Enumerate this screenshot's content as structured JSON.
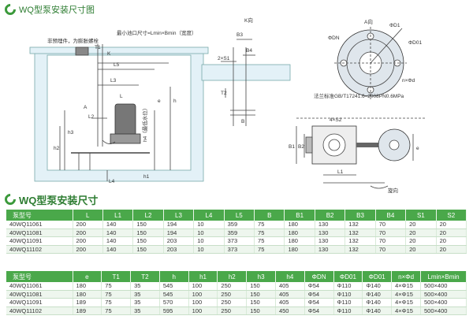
{
  "section1_title": "WQ型泵安装尺寸图",
  "section2_title": "WQ型泵安装尺寸",
  "drawing_labels": {
    "nonpreembed": "非预埋件，为膨胀螺栓",
    "min_outlet": "最小池口尺寸=Lmin×Bmin（宽度）",
    "T1": "T1",
    "K": "K",
    "L5": "L5",
    "L3": "L3",
    "L": "L",
    "A": "A",
    "L2": "L2",
    "h2": "h2",
    "h3": "h3",
    "h4": "h4（最低水位）",
    "h1": "h1",
    "L4": "L4",
    "e": "e",
    "h": "h",
    "K_dir": "K向",
    "B3": "B3",
    "B4": "B4",
    "S1": "2×S1",
    "T2": "T2",
    "B": "B",
    "A_dir": "A向",
    "DN": "ΦDN",
    "D1": "ΦD1",
    "D01": "ΦD01",
    "nd": "n×Φd",
    "flange_std": "法兰标准GB/T17241.6–2008PN0.6MPa",
    "S2": "4×S2",
    "B1": "B1",
    "B2": "B2",
    "L1": "L1",
    "e2": "e",
    "rotation": "旋向"
  },
  "table1": {
    "headers": [
      "泵型号",
      "L",
      "L1",
      "L2",
      "L3",
      "L4",
      "L5",
      "B",
      "B1",
      "B2",
      "B3",
      "B4",
      "S1",
      "S2"
    ],
    "rows": [
      [
        "40WQ11061",
        "200",
        "140",
        "150",
        "194",
        "10",
        "359",
        "75",
        "180",
        "130",
        "132",
        "70",
        "20",
        "20"
      ],
      [
        "40WQ11081",
        "200",
        "140",
        "150",
        "194",
        "10",
        "359",
        "75",
        "180",
        "130",
        "132",
        "70",
        "20",
        "20"
      ],
      [
        "40WQ11091",
        "200",
        "140",
        "150",
        "203",
        "10",
        "373",
        "75",
        "180",
        "130",
        "132",
        "70",
        "20",
        "20"
      ],
      [
        "40WQ11102",
        "200",
        "140",
        "150",
        "203",
        "10",
        "373",
        "75",
        "180",
        "130",
        "132",
        "70",
        "20",
        "20"
      ]
    ]
  },
  "table2": {
    "headers": [
      "泵型号",
      "e",
      "T1",
      "T2",
      "h",
      "h1",
      "h2",
      "h3",
      "h4",
      "ΦDN",
      "ΦD01",
      "ΦD01",
      "n×Φd",
      "Lmin×Bmin"
    ],
    "rows": [
      [
        "40WQ11061",
        "180",
        "75",
        "35",
        "545",
        "100",
        "250",
        "150",
        "405",
        "Φ54",
        "Φ110",
        "Φ140",
        "4×Φ15",
        "500×400"
      ],
      [
        "40WQ11081",
        "180",
        "75",
        "35",
        "545",
        "100",
        "250",
        "150",
        "405",
        "Φ54",
        "Φ110",
        "Φ140",
        "4×Φ15",
        "500×400"
      ],
      [
        "40WQ11091",
        "189",
        "75",
        "35",
        "570",
        "100",
        "250",
        "150",
        "405",
        "Φ54",
        "Φ110",
        "Φ140",
        "4×Φ15",
        "500×400"
      ],
      [
        "40WQ11102",
        "189",
        "75",
        "35",
        "595",
        "100",
        "250",
        "150",
        "450",
        "Φ54",
        "Φ110",
        "Φ140",
        "4×Φ15",
        "500×400"
      ]
    ]
  },
  "colors": {
    "header_green": "#4aa84a",
    "title_green": "#2e7d32",
    "line": "#444444"
  }
}
